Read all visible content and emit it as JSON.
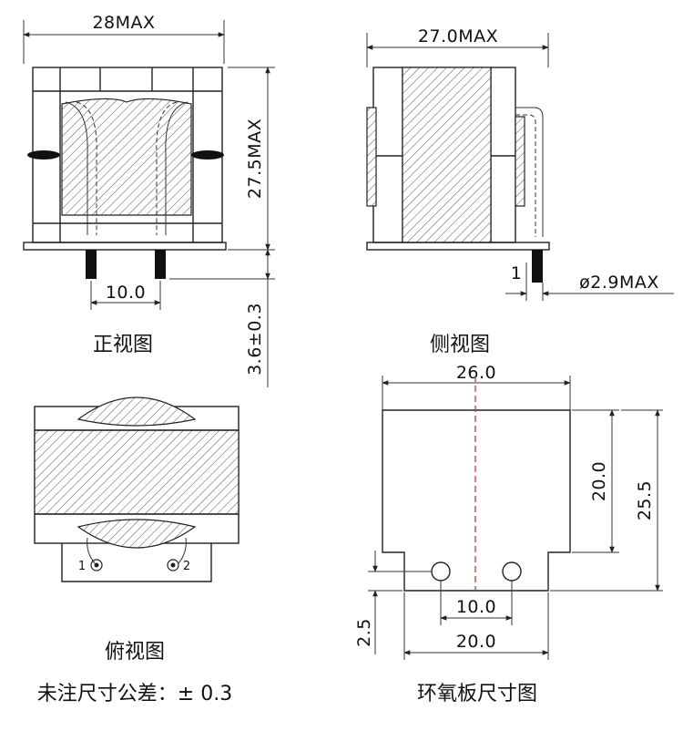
{
  "front_view": {
    "caption": "正视图",
    "width_dim": "28MAX",
    "height_dim": "27.5MAX",
    "pin_spacing_dim": "10.0",
    "pin_length_dim": "3.6±0.3"
  },
  "side_view": {
    "caption": "侧视图",
    "width_dim": "27.0MAX",
    "pin_offset_dim": "1",
    "pin_diameter_dim": "ø2.9MAX"
  },
  "top_view": {
    "caption": "俯视图",
    "pin1_label": "1",
    "pin2_label": "2"
  },
  "pcb_view": {
    "caption": "环氧板尺寸图",
    "width_dim": "26.0",
    "inner_height_dim": "20.0",
    "total_height_dim": "25.5",
    "hole_spacing_dim": "10.0",
    "bottom_width_dim": "20.0",
    "offset_dim": "2.5"
  },
  "tolerance_note": "未注尺寸公差：± 0.3",
  "colors": {
    "line": "#222222",
    "centerline": "#e03030"
  }
}
